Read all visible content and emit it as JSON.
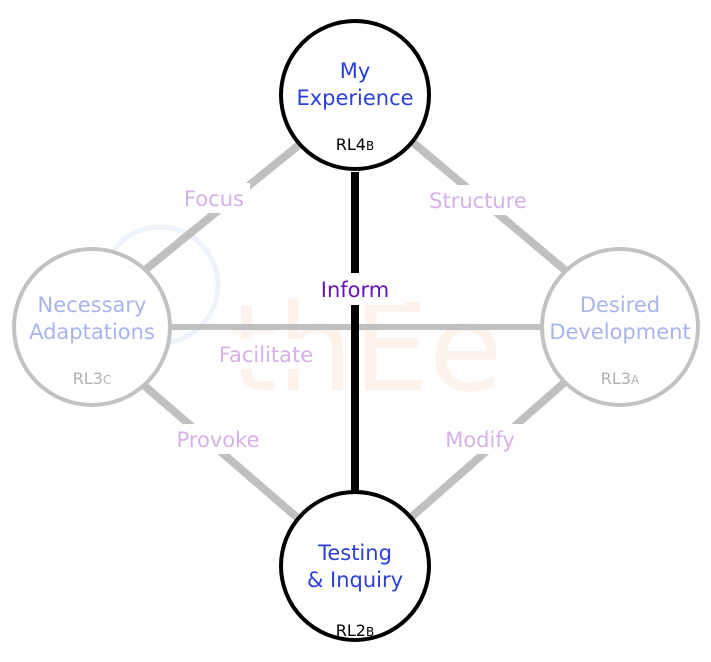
{
  "colors": {
    "bold_text": "#2b3fd8",
    "faded_text": "#a9b3ee",
    "bold_edge": "#000000",
    "faded_edge": "#c0c0c0",
    "faded_ring": "#c2c2c2",
    "edge_label": "#d6b0e8",
    "center_label": "#6a12b8"
  },
  "watermark": {
    "text": "thEe"
  },
  "nodes": {
    "top": {
      "line1": "My",
      "line2": "Experience",
      "code": "RL4",
      "code_sub": "B"
    },
    "bottom": {
      "line1": "Testing",
      "line2": "& Inquiry",
      "code": "RL2",
      "code_sub": "B"
    },
    "left": {
      "line1": "Necessary",
      "line2": "Adaptations",
      "code": "RL3",
      "code_sub": "C"
    },
    "right": {
      "line1": "Desired",
      "line2": "Development",
      "code": "RL3",
      "code_sub": "A"
    }
  },
  "edges": {
    "top_left": "Focus",
    "top_right": "Structure",
    "center": "Inform",
    "horizontal": "Facilitate",
    "bottom_left": "Provoke",
    "bottom_right": "Modify"
  }
}
